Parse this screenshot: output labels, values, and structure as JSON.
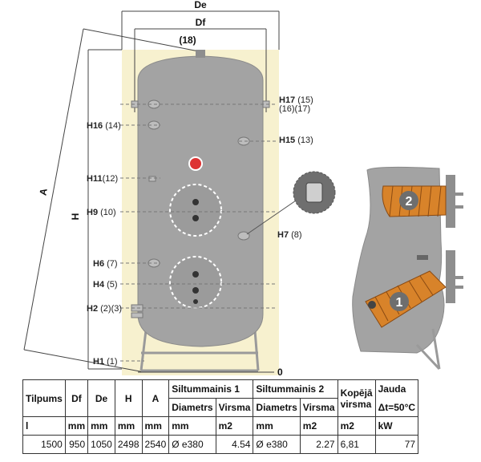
{
  "dimensions": {
    "de": "De",
    "df": "Df",
    "top_port": "(18)",
    "a": "A",
    "h": "H",
    "zero": "0"
  },
  "ports_left": [
    {
      "code": "H16",
      "num": "(14)"
    },
    {
      "code": "H11",
      "num": "(12)"
    },
    {
      "code": "H9",
      "num": "(10)"
    },
    {
      "code": "H6",
      "num": "(7)"
    },
    {
      "code": "H4",
      "num": "(5)"
    },
    {
      "code": "H2",
      "num": "(2)(3)"
    },
    {
      "code": "H1",
      "num": "(1)"
    }
  ],
  "ports_right": [
    {
      "code": "H17",
      "num": "(15)",
      "extra": "(16)(17)"
    },
    {
      "code": "H15",
      "num": "(13)"
    },
    {
      "code": "H7",
      "num": "(8)"
    }
  ],
  "coil_badges": [
    "2",
    "1"
  ],
  "colors": {
    "tank_gray": "#a3a3a3",
    "tank_dark": "#8e8e8e",
    "background_panel": "#f7f1cf",
    "coil_orange": "#d8832a",
    "badge_gray": "#6e6e6e"
  },
  "table": {
    "headers": {
      "tilpums": "Tilpums",
      "df": "Df",
      "de": "De",
      "h": "H",
      "a": "A",
      "coil1": "Siltummainis 1",
      "coil2": "Siltummainis 2",
      "diametrs1": "Diametrs",
      "virsma1": "Virsma",
      "diametrs2": "Diametrs",
      "virsma2": "Virsma",
      "kopeja": "Kopējā virsma",
      "jauda": "Jauda",
      "dt": "Δt=50°C"
    },
    "units": [
      "l",
      "mm",
      "mm",
      "mm",
      "mm",
      "mm",
      "m2",
      "mm",
      "m2",
      "m2",
      "kW"
    ],
    "row": [
      "1500",
      "950",
      "1050",
      "2498",
      "2540",
      "Ø e380",
      "4.54",
      "Ø e380",
      "2.27",
      "6,81",
      "77"
    ]
  }
}
